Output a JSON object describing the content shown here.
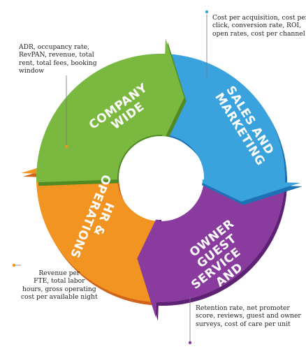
{
  "segments": [
    {
      "id": "company-wide",
      "label_lines": [
        "COMPANY",
        "WIDE"
      ],
      "color": "#7ab840",
      "dark": "#4f8a23"
    },
    {
      "id": "sales-marketing",
      "label_lines": [
        "SALES AND",
        "MARKETING"
      ],
      "color": "#3aa2dd",
      "dark": "#1c72b4"
    },
    {
      "id": "owner-guest-service",
      "label_lines": [
        "OWNER",
        "GUEST",
        "SERVICE",
        "AND"
      ],
      "color": "#8a3c9e",
      "dark": "#5d2273"
    },
    {
      "id": "hr-operations",
      "label_lines": [
        "HR &",
        "OPERATIONS"
      ],
      "color": "#f29422",
      "dark": "#d1641b"
    }
  ],
  "notes": {
    "company_wide": [
      "ADR, occupancy rate,",
      "RevPAN, revenue, total",
      "rent, total fees, booking",
      "window"
    ],
    "sales_marketing": [
      "Cost per acquisition, cost per",
      "click, conversion rate, ROI,",
      "open rates, cost per channel"
    ],
    "hr_operations": [
      "Revenue per",
      "FTE, total labor",
      "hours, gross operating",
      "cost per available night"
    ],
    "owner_guest_service": [
      "Retention rate, net promoter",
      "score, reviews, guest and owner",
      "surveys, cost of care per unit"
    ]
  },
  "colors": {
    "dot": "#f29422",
    "leader": "#777777"
  }
}
